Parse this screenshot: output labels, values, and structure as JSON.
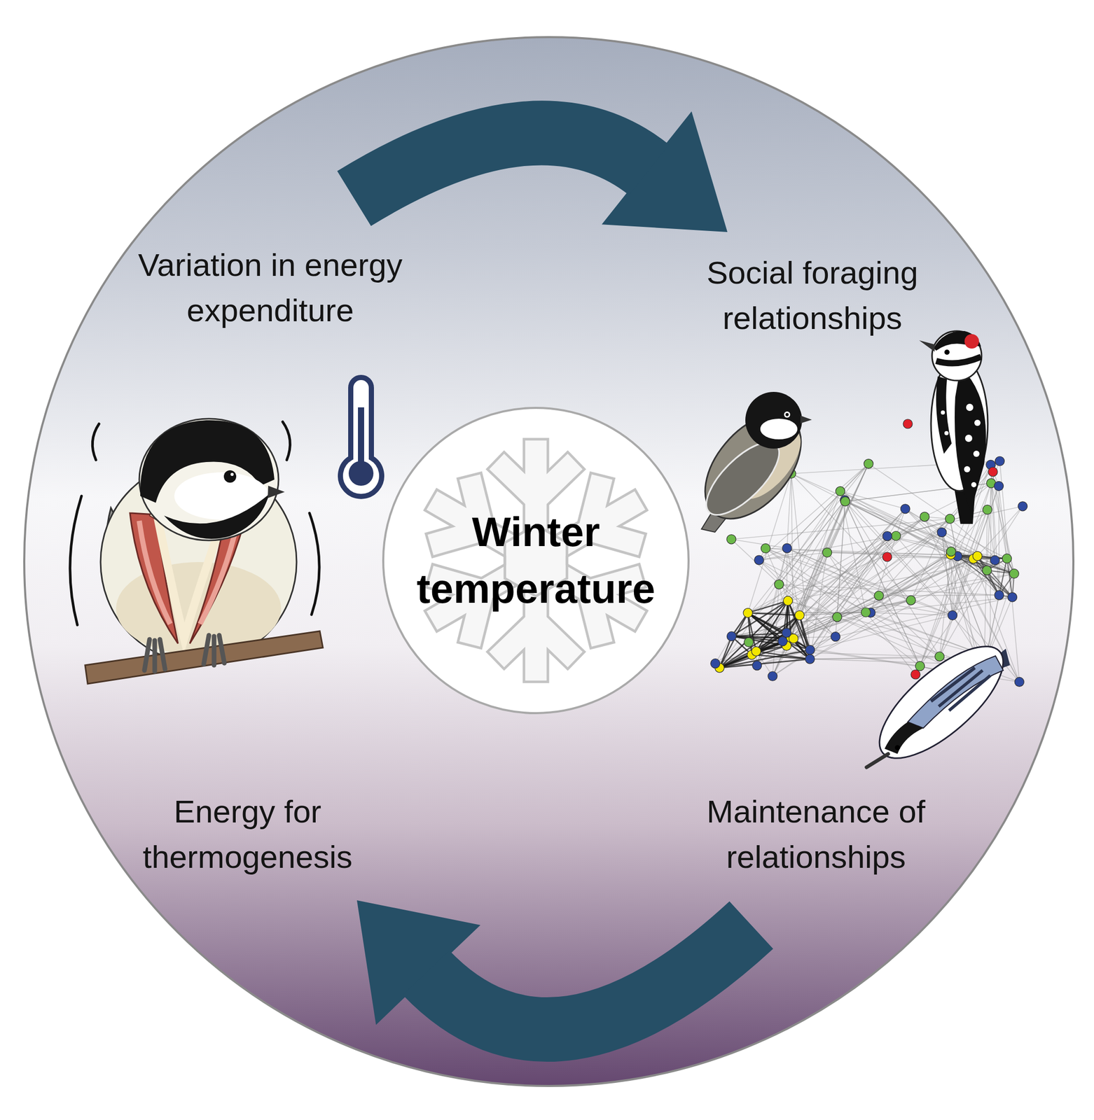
{
  "diagram": {
    "nodes": [
      {
        "text": [
          "Variation in energy expenditure"
        ]
      },
      {
        "text": [
          "Social foraging relationships"
        ]
      },
      {
        "text": [
          "Winter temperature"
        ]
      },
      {
        "text": [
          "Energy for thermogenesis"
        ]
      },
      {
        "text": [
          "Maintenance of relationships"
        ]
      }
    ],
    "edges": [
      {
        "from": 0,
        "to": 1,
        "arrow": "to"
      },
      {
        "from": 4,
        "to": 3,
        "arrow": "to"
      }
    ]
  }
}
